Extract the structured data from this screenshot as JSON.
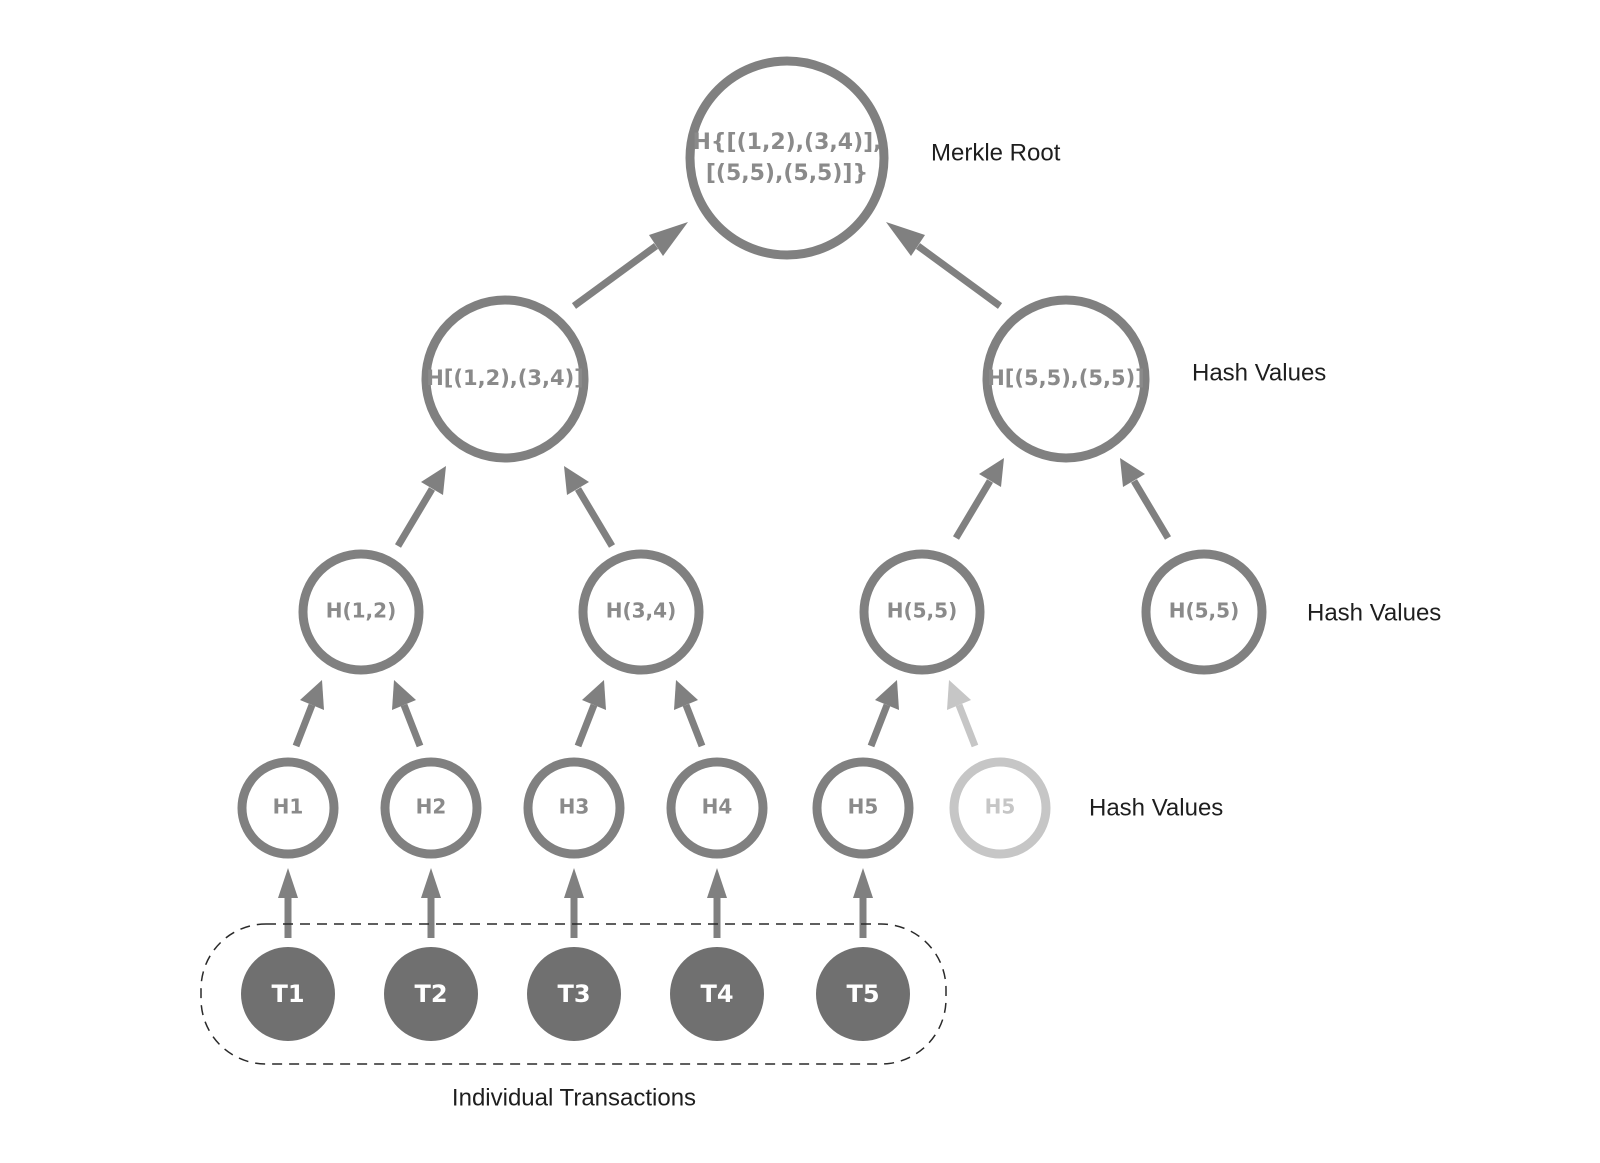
{
  "nodes": {
    "root": {
      "line1": "H{[(1,2),(3,4)],",
      "line2": "[(5,5),(5,5)]}"
    },
    "h1234": {
      "label": "H[(1,2),(3,4)]"
    },
    "h5555": {
      "label": "H[(5,5),(5,5)]"
    },
    "h12": {
      "label": "H(1,2)"
    },
    "h34": {
      "label": "H(3,4)"
    },
    "h55a": {
      "label": "H(5,5)"
    },
    "h55b": {
      "label": "H(5,5)"
    },
    "hash1": {
      "label": "H1"
    },
    "hash2": {
      "label": "H2"
    },
    "hash3": {
      "label": "H3"
    },
    "hash4": {
      "label": "H4"
    },
    "hash5": {
      "label": "H5"
    },
    "hash5dup": {
      "label": "H5"
    },
    "t1": {
      "label": "T1"
    },
    "t2": {
      "label": "T2"
    },
    "t3": {
      "label": "T3"
    },
    "t4": {
      "label": "T4"
    },
    "t5": {
      "label": "T5"
    }
  },
  "labels": {
    "merkle_root": "Merkle Root",
    "hash_values_level2": "Hash Values",
    "hash_values_level3": "Hash Values",
    "hash_values_level4": "Hash Values",
    "individual_transactions": "Individual Transactions"
  },
  "colors": {
    "node_stroke": "#808080",
    "duplicate_node": "#c6c6c6",
    "transaction_fill": "#707070",
    "node_text": "#8a8a8a"
  }
}
